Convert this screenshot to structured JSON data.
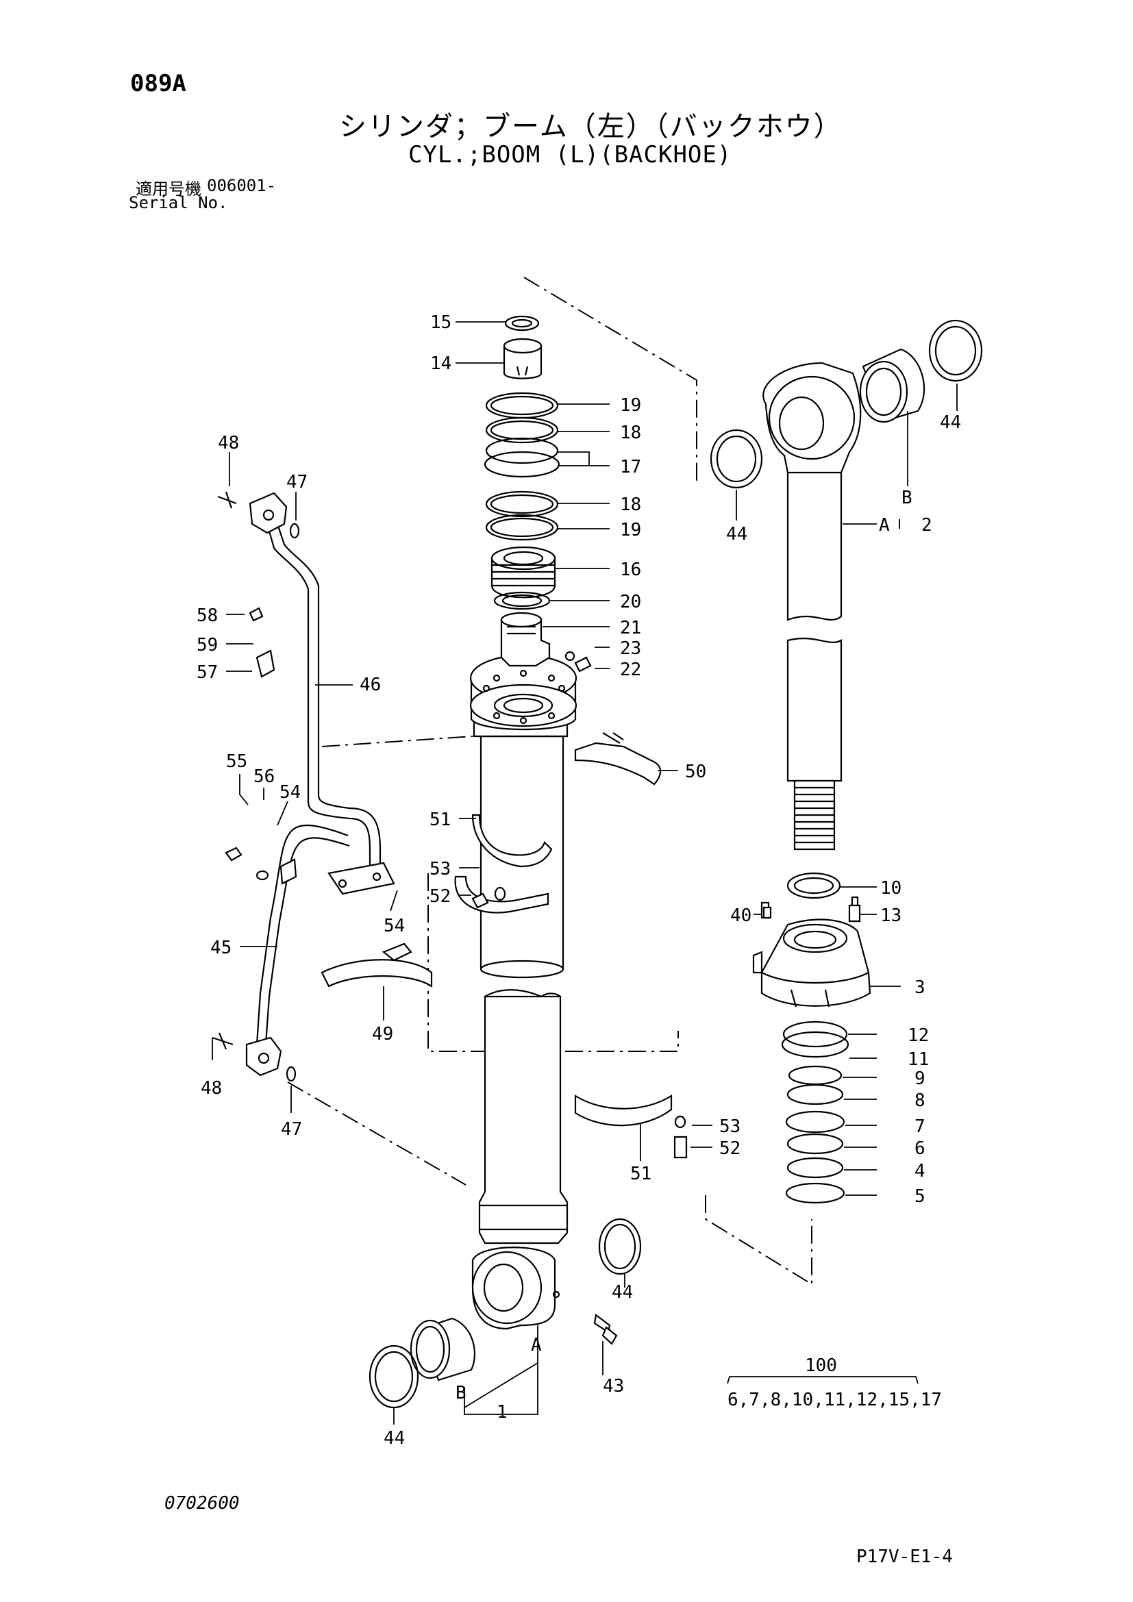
{
  "header": {
    "page_code": "089A",
    "title_jp": "シリンダ；ブーム（左）（バックホウ）",
    "title_en": "CYL.;BOOM (L)(BACKHOE)",
    "serial_label_jp": "適用号機",
    "serial_value": "006001-",
    "serial_label_en": "Serial No."
  },
  "callouts": {
    "c15": "15",
    "c14": "14",
    "c19a": "19",
    "c18a": "18",
    "c17": "17",
    "c18b": "18",
    "c19b": "19",
    "c16": "16",
    "c20": "20",
    "c21": "21",
    "c23": "23",
    "c22": "22",
    "c50": "50",
    "c51a": "51",
    "c53a": "53",
    "c52a": "52",
    "c48a": "48",
    "c47a": "47",
    "c58": "58",
    "c59": "59",
    "c57": "57",
    "c46": "46",
    "c55": "55",
    "c56": "56",
    "c54a": "54",
    "c54b": "54",
    "c45": "45",
    "c49": "49",
    "c48b": "48",
    "c47b": "47",
    "c53b": "53",
    "c52b": "52",
    "c51b": "51",
    "c44a": "44",
    "c44b": "44",
    "c44c": "44",
    "c44d": "44",
    "cB1": "B",
    "cA1": "A",
    "c2": "2",
    "c10": "10",
    "c13": "13",
    "c40": "40",
    "c3": "3",
    "c12": "12",
    "c11": "11",
    "c9": "9",
    "c8": "8",
    "c7": "7",
    "c6": "6",
    "c4": "4",
    "c5": "5",
    "cA2": "A",
    "cB2": "B",
    "c1": "1",
    "c43": "43"
  },
  "kit": {
    "number": "100",
    "contents": "6,7,8,10,11,12,15,17"
  },
  "footer": {
    "drawing_no": "0702600",
    "sheet_no": "P17V-E1-4"
  }
}
